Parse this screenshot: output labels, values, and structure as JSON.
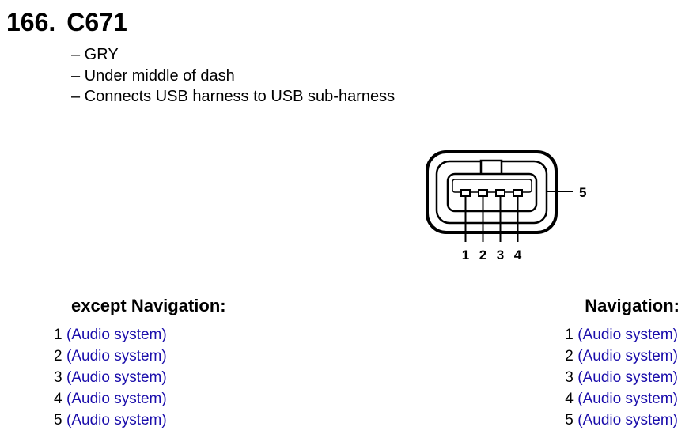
{
  "connector": {
    "number": "166.",
    "code": "C671",
    "details": [
      "– GRY",
      "– Under middle of dash",
      "– Connects USB harness to USB sub-harness"
    ],
    "pin_labels": [
      "1",
      "2",
      "3",
      "4",
      "5"
    ]
  },
  "sections": {
    "left": {
      "heading": "except Navigation:",
      "pins": [
        {
          "num": "1",
          "link": "(Audio system)"
        },
        {
          "num": "2",
          "link": "(Audio system)"
        },
        {
          "num": "3",
          "link": "(Audio system)"
        },
        {
          "num": "4",
          "link": "(Audio system)"
        },
        {
          "num": "5",
          "link": "(Audio system)"
        }
      ]
    },
    "right": {
      "heading": "Navigation:",
      "pins": [
        {
          "num": "1",
          "link": "(Audio system)"
        },
        {
          "num": "2",
          "link": "(Audio system)"
        },
        {
          "num": "3",
          "link": "(Audio system)"
        },
        {
          "num": "4",
          "link": "(Audio system)"
        },
        {
          "num": "5",
          "link": "(Audio system)"
        }
      ]
    }
  },
  "colors": {
    "text": "#000000",
    "link": "#1a0dab",
    "background": "#ffffff"
  }
}
